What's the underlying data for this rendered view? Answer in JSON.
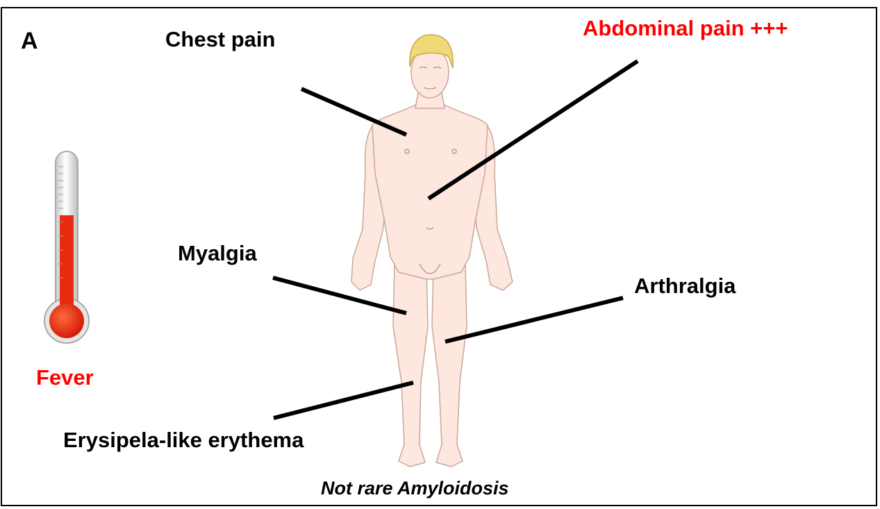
{
  "figure": {
    "panel_label": "A",
    "caption": "Not rare Amyloidosis",
    "colors": {
      "highlight": "#ff0000",
      "text": "#000000",
      "skin": "#fde7df",
      "hair": "#f2d978",
      "mercury": "#e82a0f"
    }
  },
  "labels": {
    "chest_pain": "Chest pain",
    "abdominal_pain": "Abdominal pain +++",
    "myalgia": "Myalgia",
    "arthralgia": "Arthralgia",
    "erythema": "Erysipela-like erythema",
    "fever": "Fever"
  },
  "icons": {
    "thermometer": "thermometer-icon",
    "body": "human-body-illustration"
  }
}
